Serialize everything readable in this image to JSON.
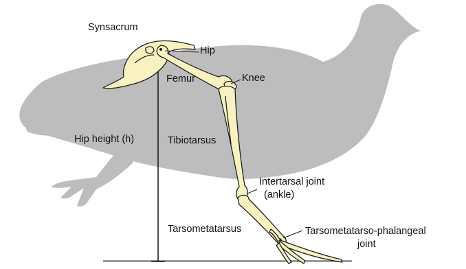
{
  "colors": {
    "silhouette": "#bdbdbd",
    "bone_fill": "#f8f1c0",
    "bone_stroke": "#1f1f1f",
    "ground": "#9b9b9b",
    "text": "#111111"
  },
  "labels": {
    "synsacrum": "Synsacrum",
    "hip": "Hip",
    "femur": "Femur",
    "knee": "Knee",
    "hip_height": "Hip height (h)",
    "tibiotarsus": "Tibiotarsus",
    "intertarsal_line1": "Intertarsal joint",
    "intertarsal_line2": "(ankle)",
    "tarsometatarsus": "Tarsometatarsus",
    "tmp_line1": "Tarsometatarso-phalangeal",
    "tmp_line2": "joint"
  }
}
